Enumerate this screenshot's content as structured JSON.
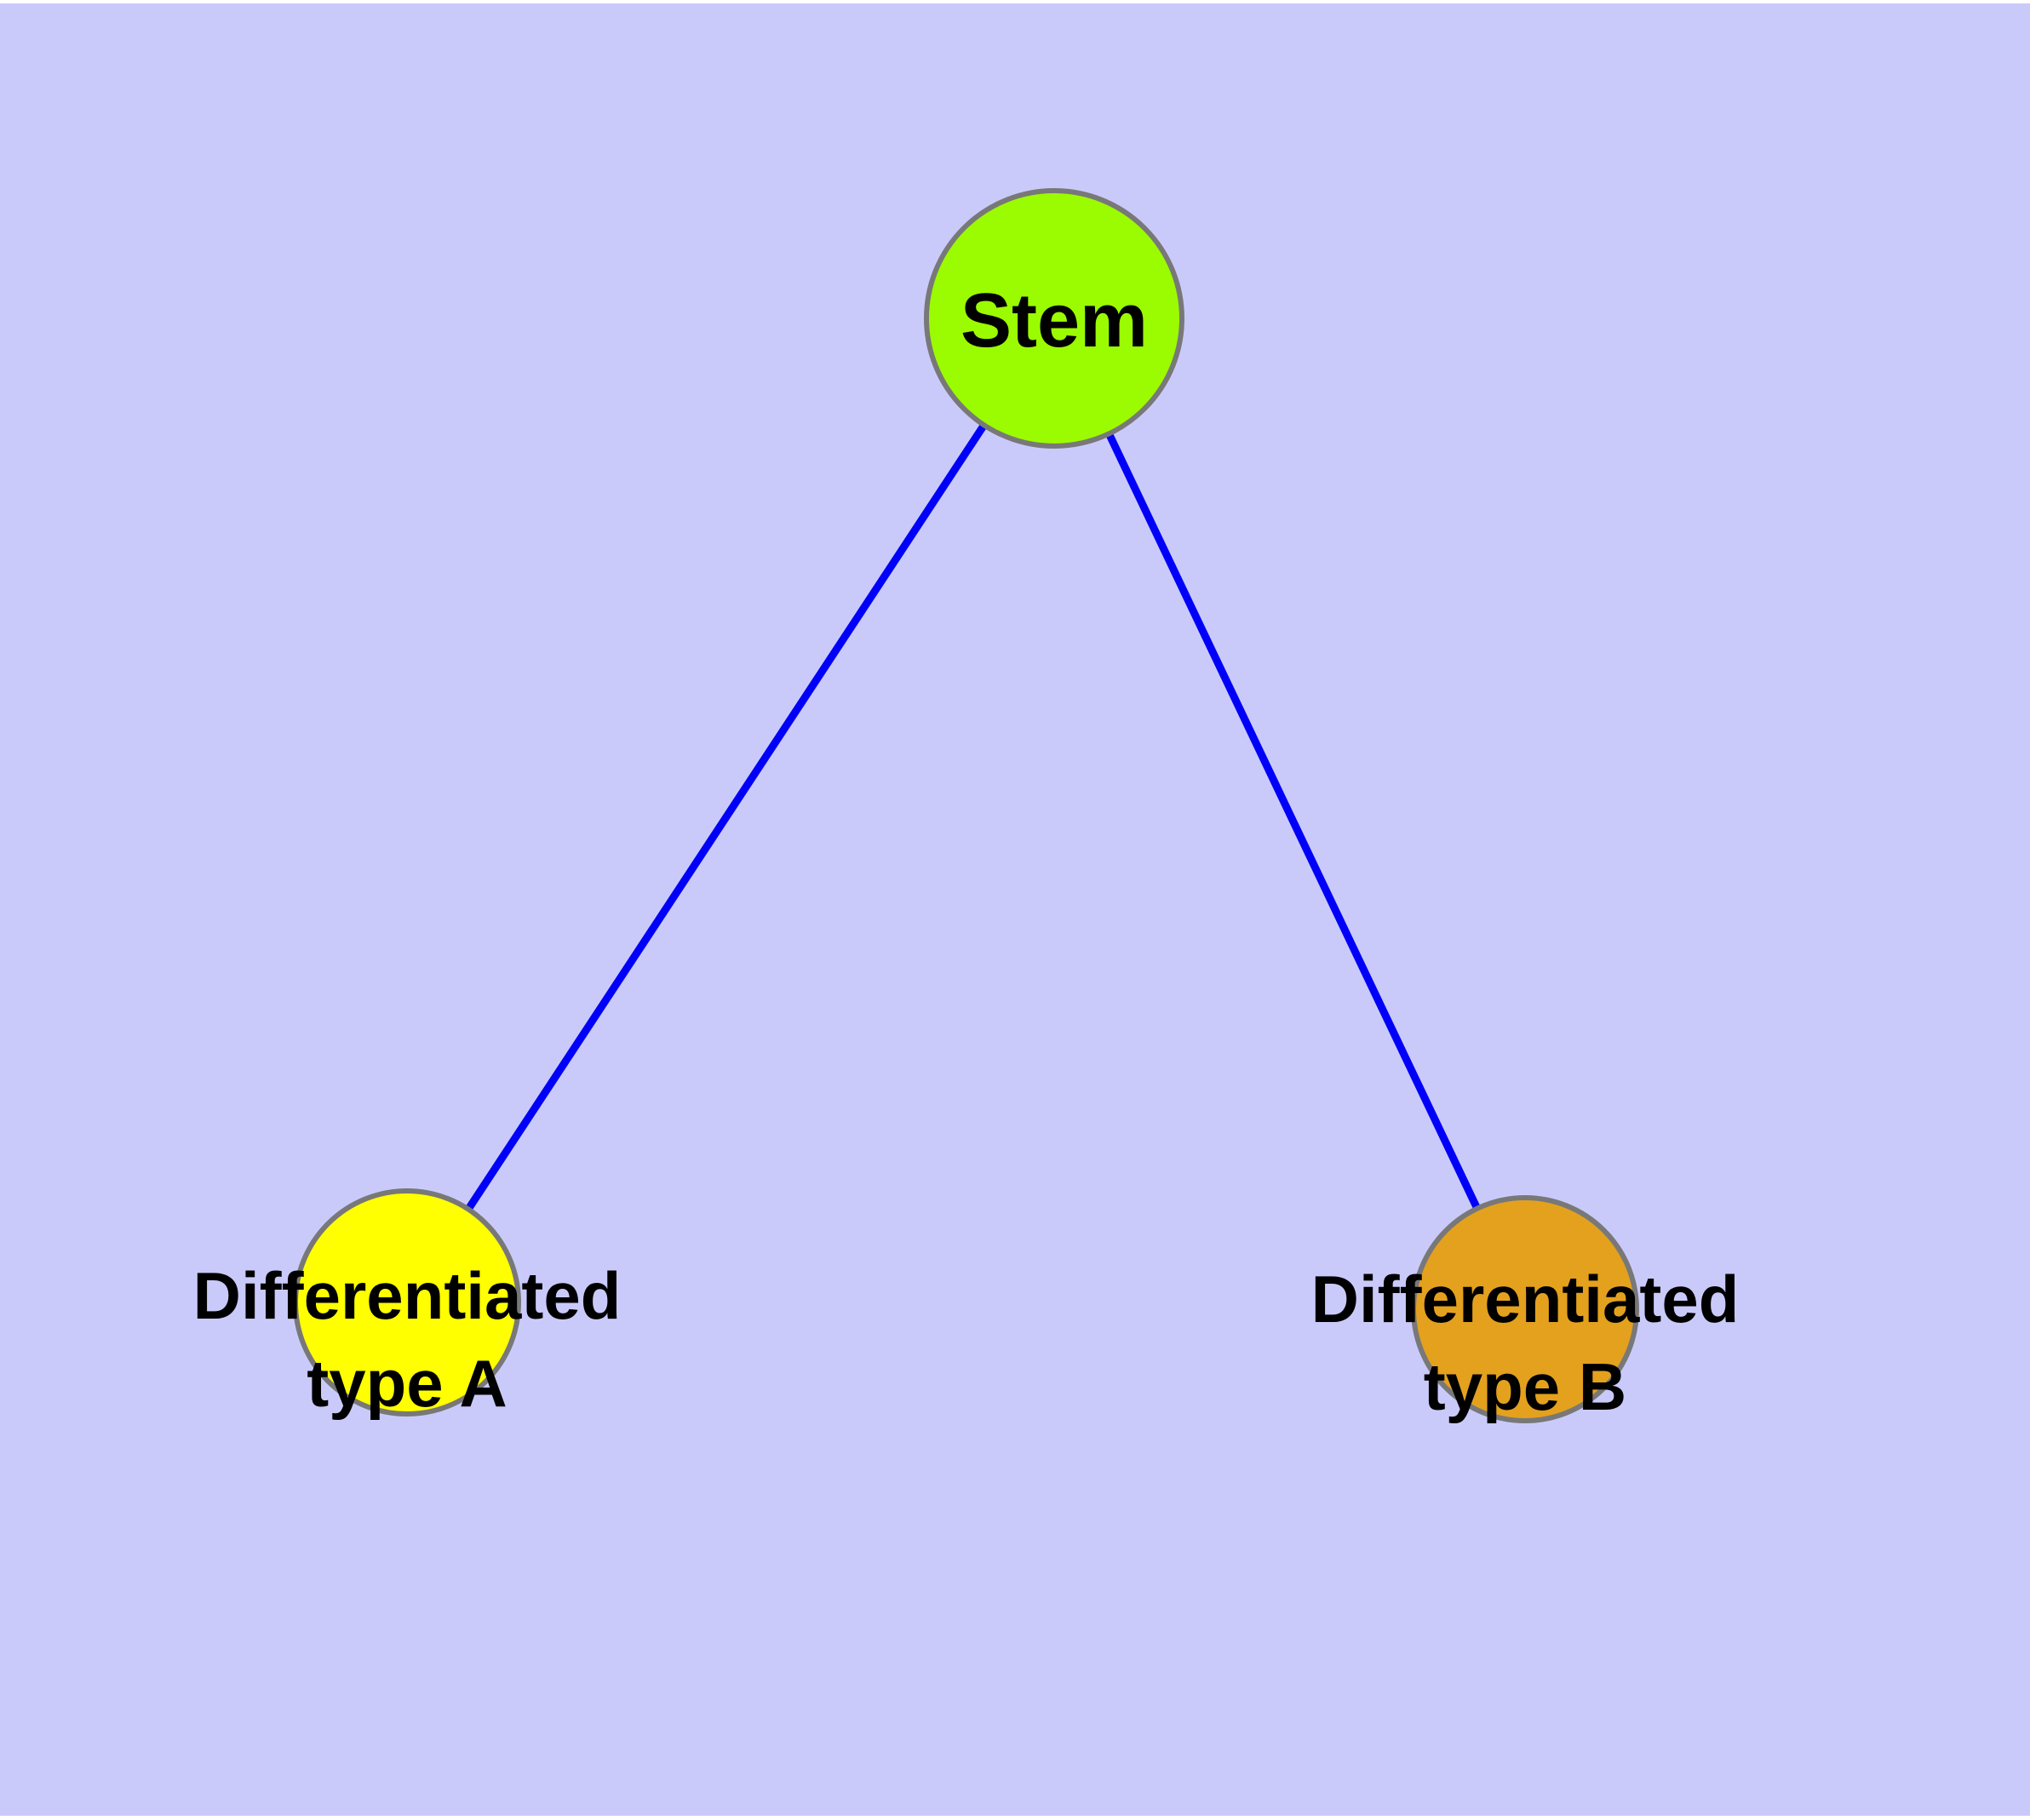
{
  "diagram": {
    "background_color": "#cacafa",
    "margin_color": "#ffffff",
    "edge_color": "#0000fa",
    "node_border_color": "#787878",
    "label_color": "#000000",
    "nodes": {
      "stem": {
        "label": "Stem",
        "color": "#9bfb00"
      },
      "type_a": {
        "label_line1": "Differentiated",
        "label_line2": "type A",
        "label_full": "Differentiated type A",
        "color": "#ffff00"
      },
      "type_b": {
        "label_line1": "Differentiated",
        "label_line2": "type B",
        "label_full": "Differentiated type B",
        "color": "#e4a11e"
      }
    },
    "edges": [
      {
        "from": "Stem",
        "to": "Differentiated type A"
      },
      {
        "from": "Stem",
        "to": "Differentiated type B"
      }
    ]
  }
}
